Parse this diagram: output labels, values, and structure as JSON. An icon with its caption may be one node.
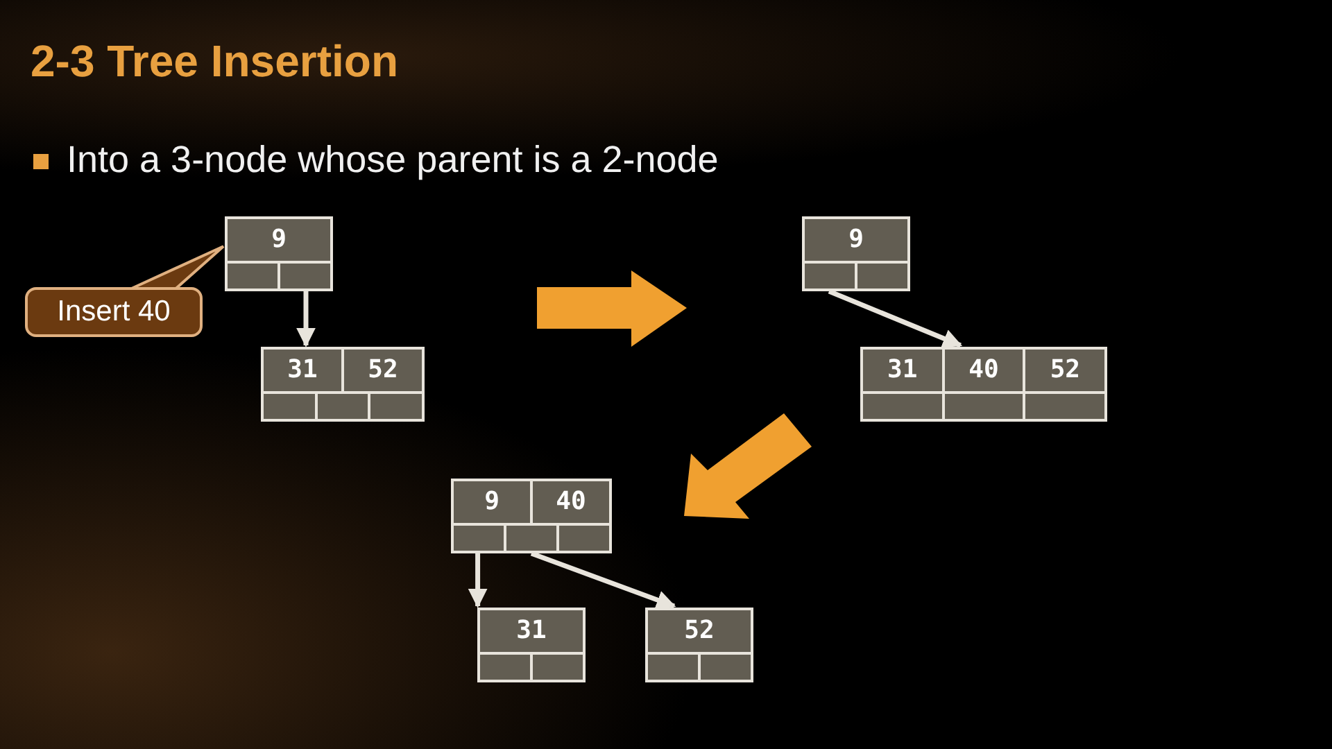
{
  "diagram": {
    "title": "2-3 Tree Insertion",
    "nodes": [
      {
        "text": [
          "9"
        ]
      },
      {
        "text": [
          "31",
          "52"
        ]
      },
      {
        "text": [
          "Insert 40"
        ]
      },
      {
        "text": [
          "9"
        ]
      },
      {
        "text": [
          "31",
          "40",
          "52"
        ]
      },
      {
        "text": [
          "9",
          "40"
        ]
      },
      {
        "text": [
          "31"
        ]
      },
      {
        "text": [
          "52"
        ]
      }
    ],
    "edges": [
      {
        "from": 2,
        "to": 0,
        "arrow": "none"
      },
      {
        "from": 0,
        "to": 1,
        "arrow": "to"
      },
      {
        "from": 3,
        "to": 4,
        "arrow": "to"
      },
      {
        "from": 5,
        "to": 6,
        "arrow": "to"
      },
      {
        "from": 5,
        "to": 7,
        "arrow": "to"
      }
    ],
    "labels": [
      "Into a 3-node whose parent is a 2-node"
    ]
  }
}
